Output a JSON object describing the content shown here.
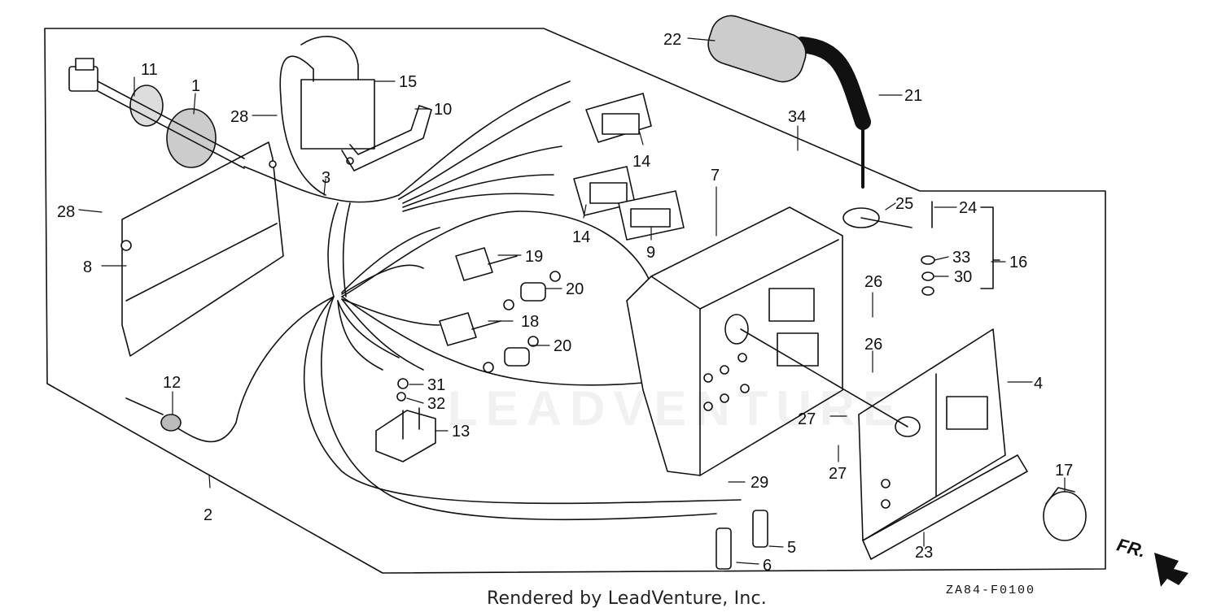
{
  "diagram": {
    "callouts": [
      {
        "id": "1",
        "label": "1"
      },
      {
        "id": "2",
        "label": "2"
      },
      {
        "id": "3",
        "label": "3"
      },
      {
        "id": "4",
        "label": "4"
      },
      {
        "id": "5",
        "label": "5"
      },
      {
        "id": "6",
        "label": "6"
      },
      {
        "id": "7",
        "label": "7"
      },
      {
        "id": "8",
        "label": "8"
      },
      {
        "id": "9",
        "label": "9"
      },
      {
        "id": "10",
        "label": "10"
      },
      {
        "id": "11",
        "label": "11"
      },
      {
        "id": "12",
        "label": "12"
      },
      {
        "id": "13",
        "label": "13"
      },
      {
        "id": "14a",
        "label": "14"
      },
      {
        "id": "14b",
        "label": "14"
      },
      {
        "id": "15",
        "label": "15"
      },
      {
        "id": "16",
        "label": "16"
      },
      {
        "id": "17",
        "label": "17"
      },
      {
        "id": "18",
        "label": "18"
      },
      {
        "id": "19",
        "label": "19"
      },
      {
        "id": "20a",
        "label": "20"
      },
      {
        "id": "20b",
        "label": "20"
      },
      {
        "id": "21",
        "label": "21"
      },
      {
        "id": "22",
        "label": "22"
      },
      {
        "id": "23",
        "label": "23"
      },
      {
        "id": "24",
        "label": "24"
      },
      {
        "id": "25",
        "label": "25"
      },
      {
        "id": "26a",
        "label": "26"
      },
      {
        "id": "26b",
        "label": "26"
      },
      {
        "id": "27a",
        "label": "27"
      },
      {
        "id": "27b",
        "label": "27"
      },
      {
        "id": "28a",
        "label": "28"
      },
      {
        "id": "28b",
        "label": "28"
      },
      {
        "id": "29",
        "label": "29"
      },
      {
        "id": "30",
        "label": "30"
      },
      {
        "id": "31",
        "label": "31"
      },
      {
        "id": "32",
        "label": "32"
      },
      {
        "id": "33",
        "label": "33"
      },
      {
        "id": "34",
        "label": "34"
      }
    ],
    "direction_label": "FR.",
    "diagram_code": "ZA84-F0100",
    "watermark": "LEADVENTURE"
  },
  "footer": {
    "credit": "Rendered by LeadVenture, Inc."
  },
  "colors": {
    "line": "#111111",
    "background": "#ffffff"
  }
}
